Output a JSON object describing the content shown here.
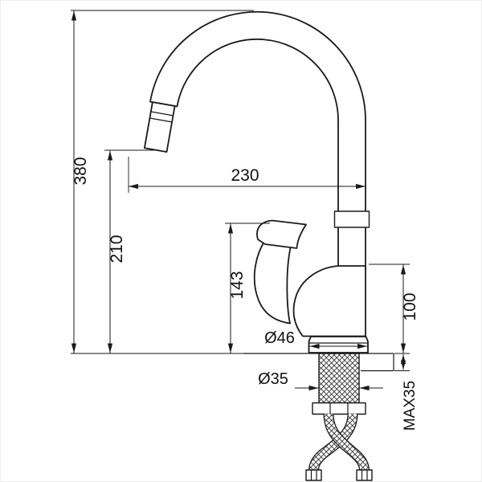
{
  "colors": {
    "line": "#1a1a1a",
    "background": "#ffffff"
  },
  "dimensions": {
    "overall_height": "380",
    "spout_outlet_height": "210",
    "spout_reach": "230",
    "body_height": "143",
    "rear_height": "100",
    "base_diameter": "Ø46",
    "shank_diameter": "Ø35",
    "max_deck_thickness": "MAX35"
  }
}
